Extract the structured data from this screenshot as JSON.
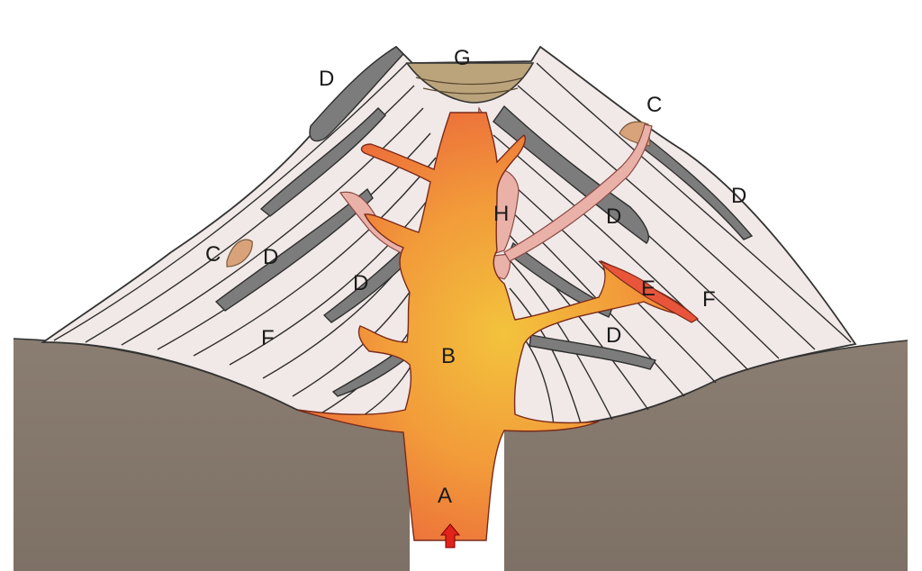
{
  "labels": {
    "a": "A",
    "b": "B",
    "c_left": "C",
    "c_right": "C",
    "d_top_left": "D",
    "d_left_mid": "D",
    "d_left_low": "D",
    "d_right_upper": "D",
    "d_right_mid": "D",
    "d_right_low": "D",
    "e": "E",
    "f_left": "F",
    "f_right": "F",
    "g": "G",
    "h": "H"
  },
  "colors": {
    "ground": "#8a7d71",
    "cone": "#f1e9e7",
    "ash_layer": "#7c7c7c",
    "magma_core": "#f2b63a",
    "magma_edge": "#e8553a",
    "dike_pink": "#e9b1a8",
    "crater": "#bba47c",
    "cinder": "#d8a27a",
    "arrow": "#e2231a"
  }
}
